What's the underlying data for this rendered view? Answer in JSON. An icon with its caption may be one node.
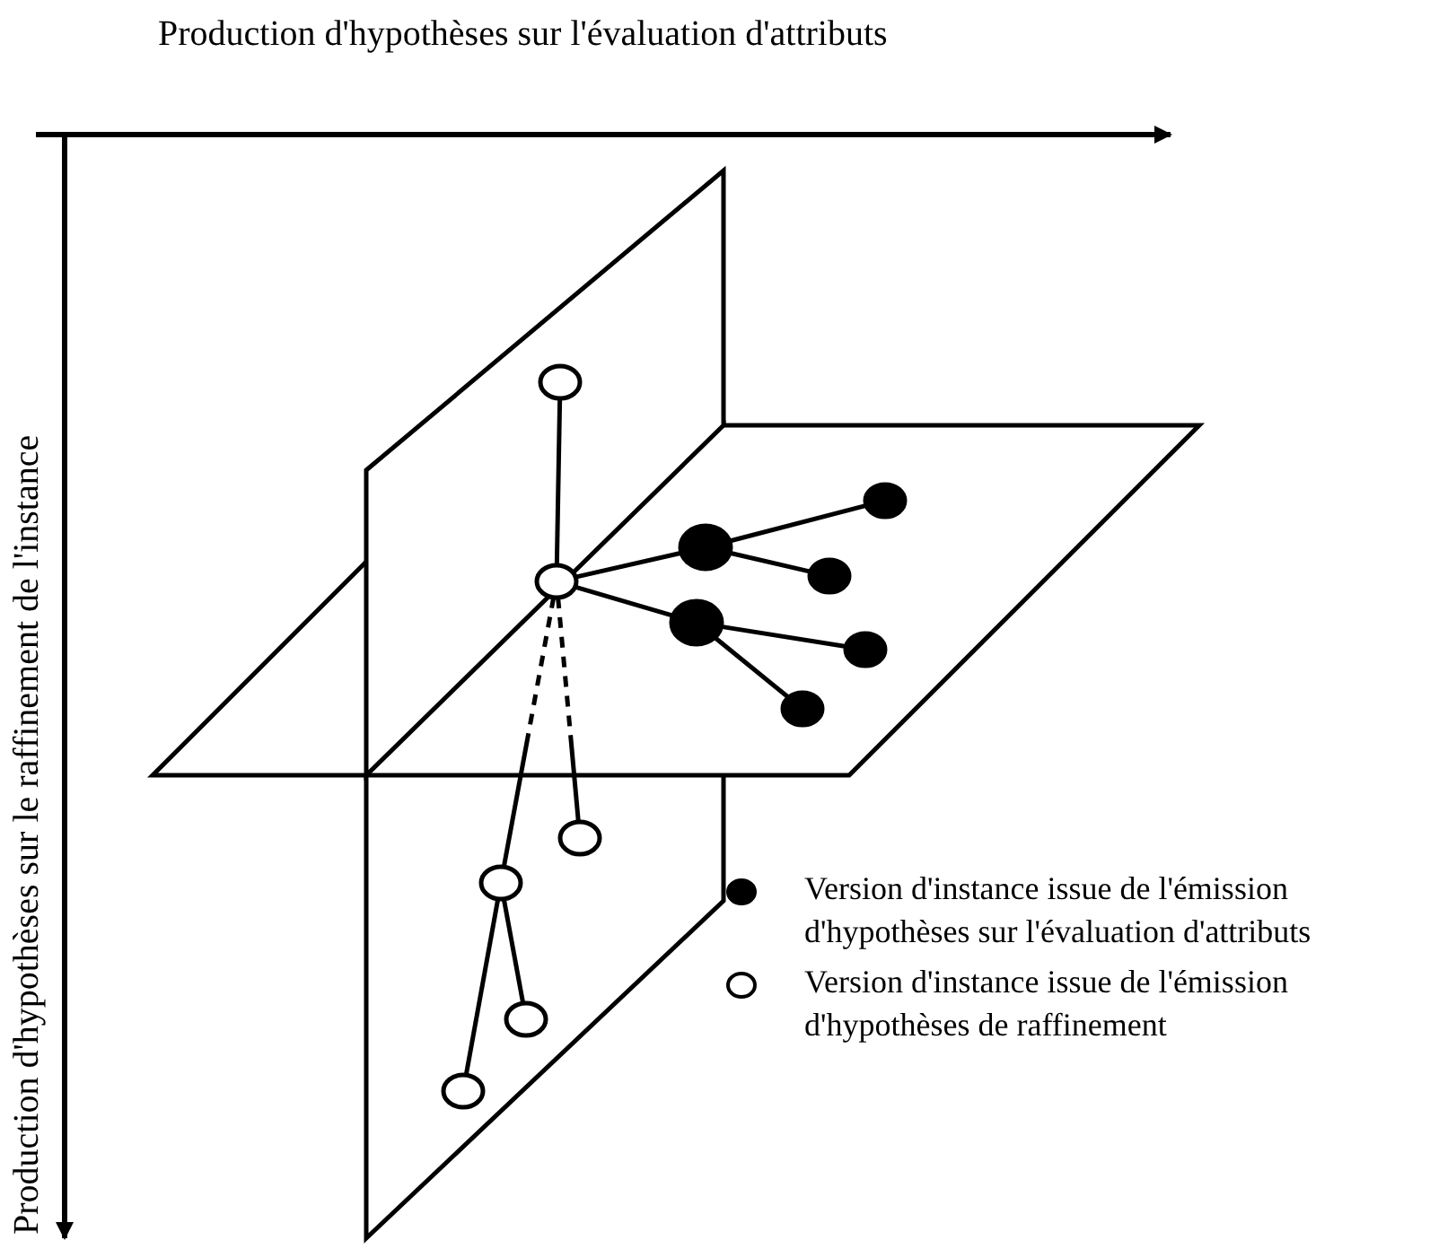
{
  "diagram": {
    "nodes": [
      {
        "text": [],
        "shape": "circle"
      },
      {
        "text": [],
        "shape": "circle"
      },
      {
        "text": [],
        "shape": "circle"
      },
      {
        "text": [],
        "shape": "circle"
      },
      {
        "text": [],
        "shape": "circle"
      },
      {
        "text": [],
        "shape": "circle"
      },
      {
        "text": [],
        "shape": "circle"
      },
      {
        "text": [],
        "shape": "circle"
      },
      {
        "text": [],
        "shape": "circle"
      },
      {
        "text": [],
        "shape": "circle"
      },
      {
        "text": [],
        "shape": "circle"
      },
      {
        "text": [],
        "shape": "circle"
      }
    ],
    "edges": [
      {
        "from": 4,
        "to": 0,
        "arrow": "none"
      },
      {
        "from": 4,
        "to": 2,
        "arrow": "none"
      },
      {
        "from": 4,
        "to": 5,
        "arrow": "none"
      },
      {
        "from": 2,
        "to": 1,
        "arrow": "none"
      },
      {
        "from": 2,
        "to": 3,
        "arrow": "none"
      },
      {
        "from": 5,
        "to": 6,
        "arrow": "none"
      },
      {
        "from": 5,
        "to": 7,
        "arrow": "none"
      },
      {
        "from": 4,
        "to": 9,
        "arrow": "none",
        "style": "dashed"
      },
      {
        "from": 4,
        "to": 8,
        "arrow": "none",
        "style": "dashed"
      },
      {
        "from": 9,
        "to": 10,
        "arrow": "none"
      },
      {
        "from": 9,
        "to": 11,
        "arrow": "none"
      }
    ],
    "labels": [
      "Production d'hypothèses sur l'évaluation d'attributs",
      "Production d'hypothèses sur le raffinement de l'instance"
    ],
    "legend": [
      {
        "text": "Version d'instance issue de l'émission d'hypothèses sur l'évaluation d'attributs",
        "color": "#000000"
      },
      {
        "text": "Version d'instance issue de l'émission d'hypothèses de raffinement"
      }
    ]
  }
}
